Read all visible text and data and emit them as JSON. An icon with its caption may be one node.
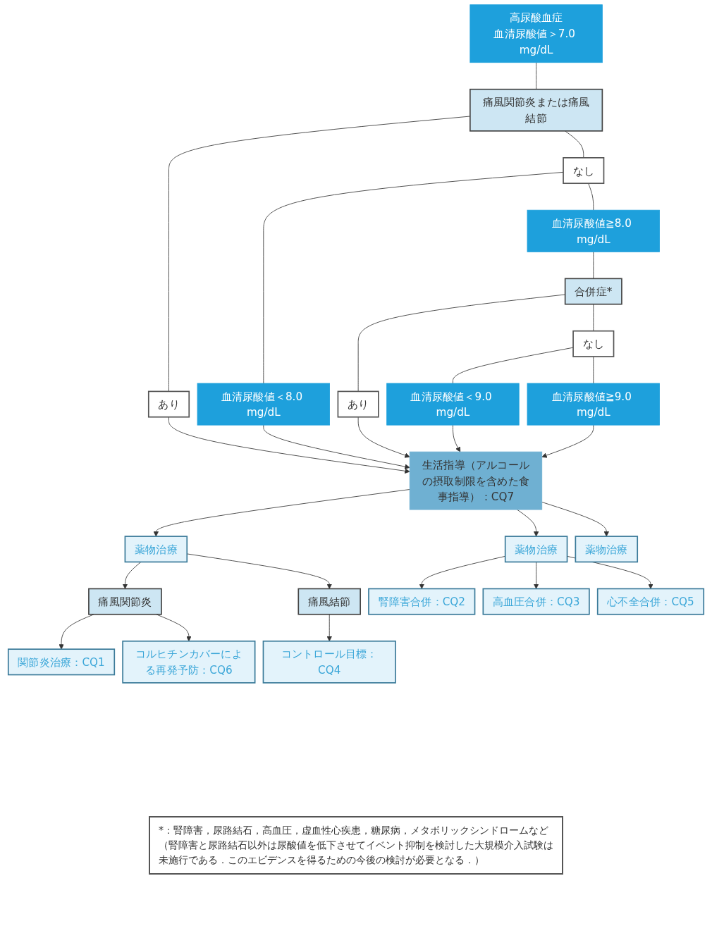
{
  "diagram": {
    "nodes": [
      {
        "text": [
          "高尿酸血症",
          "血清尿酸値＞7.0 mg/dL"
        ]
      },
      {
        "text": [
          "痛風関節炎または痛風結節"
        ]
      },
      {
        "text": [
          "あり"
        ]
      },
      {
        "text": [
          "なし"
        ]
      },
      {
        "text": [
          "血清尿酸値＜8.0 mg/dL"
        ]
      },
      {
        "text": [
          "血清尿酸値≧8.0 mg/dL"
        ]
      },
      {
        "text": [
          "合併症*"
        ]
      },
      {
        "text": [
          "あり"
        ]
      },
      {
        "text": [
          "なし"
        ]
      },
      {
        "text": [
          "血清尿酸値＜9.0 mg/dL"
        ]
      },
      {
        "text": [
          "血清尿酸値≧9.0 mg/dL"
        ]
      },
      {
        "text": [
          "生活指導（アルコールの摂取制限を含めた食事指導）：CQ7"
        ]
      },
      {
        "text": [
          "薬物治療"
        ]
      },
      {
        "text": [
          "薬物治療"
        ]
      },
      {
        "text": [
          "薬物治療"
        ]
      },
      {
        "text": [
          "腎障害合併：CQ2"
        ]
      },
      {
        "text": [
          "高血圧合併：CQ3"
        ]
      },
      {
        "text": [
          "心不全合併：CQ5"
        ]
      },
      {
        "text": [
          "痛風関節炎"
        ]
      },
      {
        "text": [
          "痛風結節"
        ]
      },
      {
        "text": [
          "コントロール目標：CQ4"
        ]
      },
      {
        "text": [
          "関節炎治療：CQ1"
        ]
      },
      {
        "text": [
          "コルヒチンカバーによる再発予防：CQ6"
        ]
      }
    ],
    "edges": [
      {
        "from": 0,
        "to": 1,
        "arrow": "none"
      },
      {
        "from": 1,
        "to": 2,
        "arrow": "none"
      },
      {
        "from": 1,
        "to": 3,
        "arrow": "none"
      },
      {
        "from": 2,
        "to": 11,
        "arrow": "to"
      },
      {
        "from": 3,
        "to": 4,
        "arrow": "none"
      },
      {
        "from": 3,
        "to": 5,
        "arrow": "none"
      },
      {
        "from": 4,
        "to": 11,
        "arrow": "to"
      },
      {
        "from": 5,
        "to": 6,
        "arrow": "none"
      },
      {
        "from": 6,
        "to": 7,
        "arrow": "none"
      },
      {
        "from": 6,
        "to": 8,
        "arrow": "none"
      },
      {
        "from": 7,
        "to": 11,
        "arrow": "to"
      },
      {
        "from": 8,
        "to": 9,
        "arrow": "none"
      },
      {
        "from": 8,
        "to": 10,
        "arrow": "none"
      },
      {
        "from": 9,
        "to": 11,
        "arrow": "to"
      },
      {
        "from": 10,
        "to": 11,
        "arrow": "to"
      },
      {
        "from": 11,
        "to": 12,
        "arrow": "to"
      },
      {
        "from": 11,
        "to": 13,
        "arrow": "to"
      },
      {
        "from": 11,
        "to": 14,
        "arrow": "to"
      },
      {
        "from": 12,
        "to": 18,
        "arrow": "to"
      },
      {
        "from": 12,
        "to": 19,
        "arrow": "to"
      },
      {
        "from": 13,
        "to": 15,
        "arrow": "to"
      },
      {
        "from": 13,
        "to": 16,
        "arrow": "to"
      },
      {
        "from": 13,
        "to": 17,
        "arrow": "to"
      },
      {
        "from": 19,
        "to": 20,
        "arrow": "to"
      },
      {
        "from": 18,
        "to": 21,
        "arrow": "to"
      },
      {
        "from": 18,
        "to": 22,
        "arrow": "to"
      }
    ],
    "labels": [
      "*：腎障害，尿路結石，高血圧，虚血性心疾患，糖尿病，メタボリックシンドロームなど",
      "（腎障害と尿路結石以外は尿酸値を低下させてイベント抑制を検討した大規模介入試験は未施行である．このエビデンスを得るための今後の検討が必要となる．）"
    ]
  }
}
